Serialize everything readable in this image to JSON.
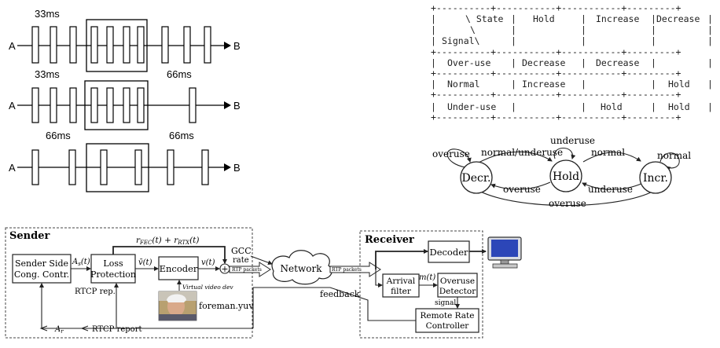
{
  "timing": {
    "rows": [
      {
        "src": "A",
        "dst": "B",
        "left_label": "33ms",
        "right_label": ""
      },
      {
        "src": "A",
        "dst": "B",
        "left_label": "33ms",
        "right_label": "66ms"
      },
      {
        "src": "A",
        "dst": "B",
        "left_label": "66ms",
        "right_label": "66ms"
      }
    ]
  },
  "state_table": {
    "header": {
      "corner_state": "\\ State",
      "corner_slash": "\\",
      "corner_signal": "Signal\\",
      "cols": [
        "Hold",
        "Increase",
        "Decrease"
      ]
    },
    "rows": [
      {
        "signal": "Over-use",
        "cells": [
          "Decrease",
          "Decrease",
          ""
        ]
      },
      {
        "signal": "Normal",
        "cells": [
          "Increase",
          "",
          "Hold"
        ]
      },
      {
        "signal": "Under-use",
        "cells": [
          "",
          "Hold",
          "Hold"
        ]
      }
    ]
  },
  "state_machine": {
    "states": {
      "decr": "Decr.",
      "hold": "Hold",
      "incr": "Incr."
    },
    "labels": {
      "decr_self": "overuse",
      "hold_self": "underuse",
      "incr_self": "normal",
      "decr_to_hold": "normal/underuse",
      "hold_to_decr": "overuse",
      "hold_to_incr": "normal",
      "incr_to_hold": "underuse",
      "incr_to_decr": "overuse"
    }
  },
  "block_diagram": {
    "sender_title": "Sender",
    "receiver_title": "Receiver",
    "blocks": {
      "cong_line1": "Sender Side",
      "cong_line2": "Cong. Contr.",
      "loss_line1": "Loss",
      "loss_line2": "Protection",
      "encoder": "Encoder",
      "network": "Network",
      "decoder": "Decoder",
      "arrival_line1": "Arrival",
      "arrival_line2": "filter",
      "overuse_line1": "Overuse",
      "overuse_line2": "Detector",
      "remote_line1": "Remote Rate",
      "remote_line2": "Controller"
    },
    "labels": {
      "as_t": "A",
      "as_sub": "s",
      "as_arg": "(t)",
      "v_bar": "v̄(t)",
      "v_t": "v(t)",
      "r_fec": "r",
      "r_fec_sub": "FEC",
      "r_fec_rest": "(t) + r",
      "r_rtx_sub": "RTX",
      "r_rtx_rest": "(t)",
      "gcc": "GCC",
      "rate": "rate",
      "rtp_packets_1": "RTP packets",
      "rtp_packets_2": "RTP packets",
      "virtual_video": "Virtual video dev",
      "foreman": "foreman.yuv",
      "rtcp_rep": "RTCP rep.",
      "rtcp_report": "RTCP report",
      "ar": "A",
      "ar_sub": "r",
      "m_t": "m(t)",
      "signal": "signal",
      "feedback": "feedback",
      "plus": "+"
    }
  }
}
